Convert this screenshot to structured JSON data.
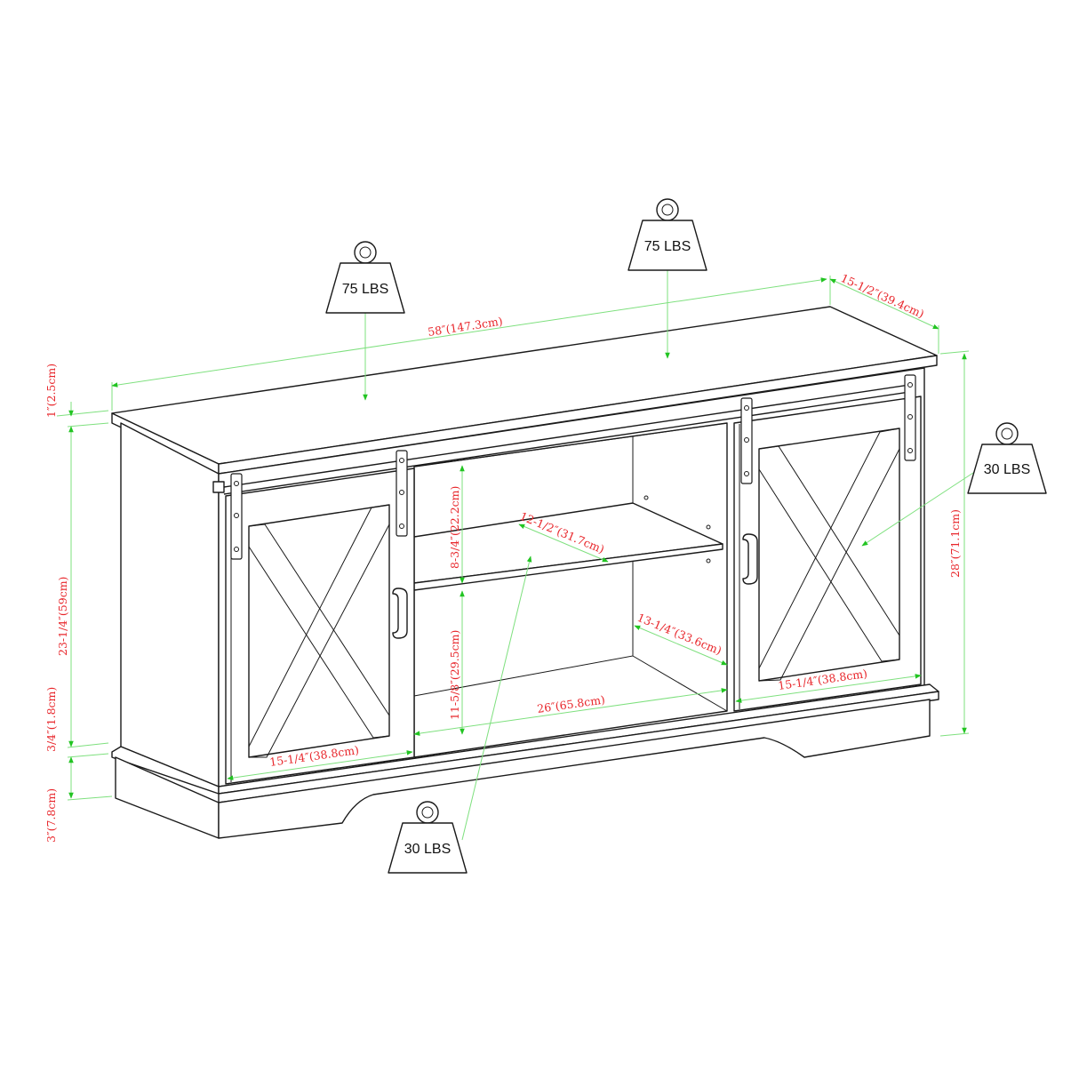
{
  "diagram": {
    "subject": "TV stand / console with two sliding barn doors and open center shelf",
    "colors": {
      "outline": "#1a1a1a",
      "dimension_line": "#7ee07e",
      "dimension_arrow": "#22c422",
      "dimension_text": "#e8262b",
      "background": "#ffffff"
    },
    "dimensions": {
      "overall_width": "58″(147.3cm)",
      "overall_depth": "15-1/2″(39.4cm)",
      "overall_height": "28″(71.1cm)",
      "top_thickness": "1″(2.5cm)",
      "body_height": "23-1/4″(59cm)",
      "base_trim": "3/4″(1.8cm)",
      "base_height": "3″(7.8cm)",
      "upper_opening_height": "8-3/4″(22.2cm)",
      "lower_opening_height": "11-5/8″(29.5cm)",
      "shelf_depth": "12-1/2″(31.7cm)",
      "interior_depth": "13-1/4″(33.6cm)",
      "center_opening_width": "26″(65.8cm)",
      "left_door_width": "15-1/4″(38.8cm)",
      "right_door_width": "15-1/4″(38.8cm)"
    },
    "weight_capacities": [
      {
        "id": "top-left",
        "label": "75 LBS"
      },
      {
        "id": "top-right",
        "label": "75 LBS"
      },
      {
        "id": "right-cabinet",
        "label": "30 LBS"
      },
      {
        "id": "center-shelf",
        "label": "30 LBS"
      }
    ]
  }
}
